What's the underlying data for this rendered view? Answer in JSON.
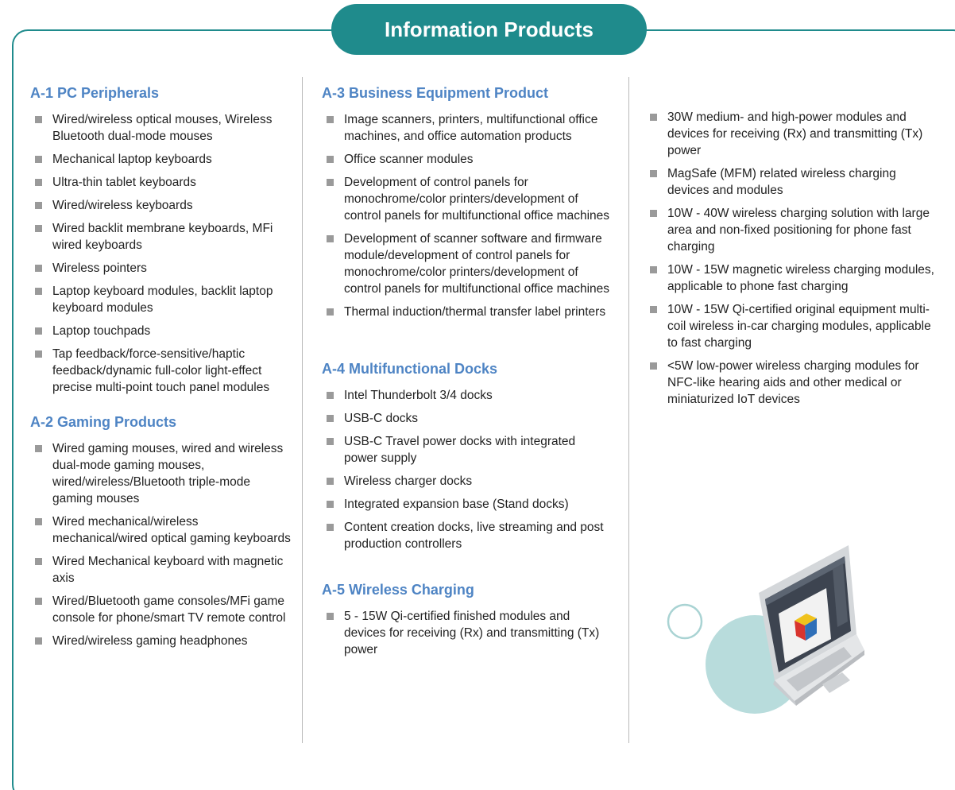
{
  "title": "Information Products",
  "colors": {
    "teal": "#1f8b8c",
    "heading_blue": "#4e84c4",
    "bullet_gray": "#9a9a9a"
  },
  "columns": [
    {
      "sections": [
        {
          "heading": "A-1 PC Peripherals",
          "items": [
            "Wired/wireless optical mouses, Wireless Bluetooth dual-mode mouses",
            "Mechanical laptop keyboards",
            "Ultra-thin tablet keyboards",
            "Wired/wireless keyboards",
            "Wired backlit membrane keyboards, MFi wired keyboards",
            "Wireless pointers",
            "Laptop keyboard modules, backlit laptop keyboard modules",
            "Laptop touchpads",
            "Tap feedback/force-sensitive/haptic feedback/dynamic full-color light-effect precise multi-point touch panel modules"
          ]
        },
        {
          "heading": "A-2 Gaming Products",
          "items": [
            "Wired gaming mouses, wired and wireless dual-mode gaming mouses, wired/wireless/Bluetooth triple-mode gaming mouses",
            "Wired mechanical/wireless mechanical/wired optical gaming keyboards",
            "Wired Mechanical keyboard with magnetic axis",
            "Wired/Bluetooth game consoles/MFi game console for phone/smart TV remote control",
            "Wired/wireless gaming headphones"
          ]
        }
      ]
    },
    {
      "sections": [
        {
          "heading": "A-3 Business Equipment Product",
          "items": [
            "Image scanners, printers, multifunctional office machines, and office automation products",
            "Office scanner modules",
            "Development of control panels for monochrome/color printers/development of control panels for multifunctional office machines",
            "Development of scanner software and firmware module/development of control panels for monochrome/color printers/development of control panels for multifunctional office machines",
            "Thermal induction/thermal transfer label printers"
          ]
        },
        {
          "heading": "A-4 Multifunctional Docks",
          "items": [
            "Intel Thunderbolt 3/4 docks",
            "USB-C docks",
            "USB-C Travel power docks with integrated power supply",
            "Wireless charger docks",
            "Integrated expansion base (Stand docks)",
            "Content creation docks, live streaming and post production controllers"
          ]
        },
        {
          "heading": "A-5 Wireless Charging",
          "items": [
            "5 - 15W Qi-certified finished modules and devices for receiving (Rx) and transmitting (Tx) power"
          ]
        }
      ]
    },
    {
      "sections": [
        {
          "heading": "",
          "items": [
            "30W medium- and high-power modules and devices for receiving (Rx) and transmitting (Tx) power",
            "MagSafe (MFM) related wireless charging devices and modules",
            "10W - 40W wireless charging solution with large area and non-fixed positioning for phone fast charging",
            "10W - 15W magnetic wireless charging modules, applicable to phone fast charging",
            "10W - 15W Qi-certified original equipment multi-coil wireless in-car charging modules, applicable to fast charging",
            "<5W low-power wireless charging modules for NFC-like hearing aids and other medical or miniaturized IoT devices"
          ]
        }
      ]
    }
  ]
}
